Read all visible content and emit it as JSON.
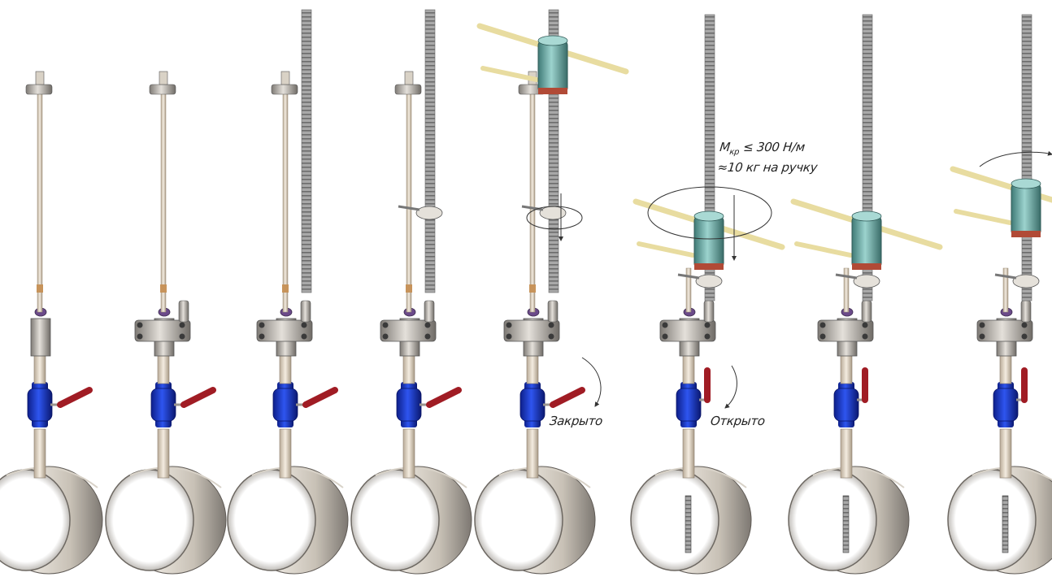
{
  "annotations": {
    "closed_label": "Закрыто",
    "open_label": "Открыто",
    "torque_symbol": "M",
    "torque_subscript": "кр",
    "torque_value": "≤ 300 Н/м",
    "handle_force": "≈10 кг на ручку"
  },
  "stages": [
    {
      "id": "1",
      "screw_rod": false,
      "collar": false,
      "wrench": false,
      "probe_inserted": false
    },
    {
      "id": "2",
      "screw_rod": false,
      "collar": false,
      "wrench": false,
      "probe_inserted": false
    },
    {
      "id": "3",
      "screw_rod": true,
      "collar": false,
      "wrench": false,
      "probe_inserted": false
    },
    {
      "id": "4",
      "screw_rod": true,
      "collar": true,
      "wrench": false,
      "probe_inserted": false
    },
    {
      "id": "5",
      "screw_rod": true,
      "collar": true,
      "wrench": true,
      "probe_inserted": false
    },
    {
      "id": "6",
      "screw_rod": true,
      "collar": true,
      "wrench": true,
      "probe_inserted": true
    },
    {
      "id": "7",
      "screw_rod": true,
      "collar": true,
      "wrench": true,
      "probe_inserted": true
    },
    {
      "id": "8",
      "screw_rod": true,
      "collar": true,
      "wrench": true,
      "probe_inserted": true
    }
  ],
  "colors": {
    "valve_body": "#1f3fd6",
    "valve_handle": "#a01c24",
    "pipe_outer": "#c9c2b8",
    "pipe_inner": "#8f8a84",
    "wrench_block": "#6fa9a4",
    "wrench_bars": "#e8dca0",
    "rod": "#e6d9c6",
    "screw": "#9a9a9a"
  }
}
